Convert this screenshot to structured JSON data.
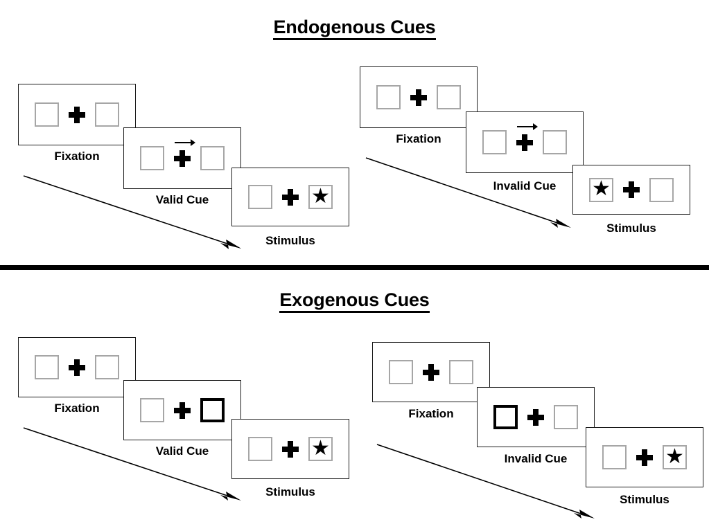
{
  "figure": {
    "title_endogenous": "Endogenous Cues",
    "title_exogenous": "Exogenous Cues",
    "colors": {
      "ink": "#000000",
      "panel_border": "#1a1a1a",
      "box_border": "#a6a6a6",
      "cued_box_border": "#000000",
      "background": "#ffffff"
    }
  },
  "sections": [
    {
      "name": "endogenous",
      "title": "Endogenous Cues",
      "sequences": [
        {
          "name": "endogenous-valid",
          "panels": [
            {
              "caption": "Fixation",
              "left_box": "empty",
              "right_box": "empty",
              "cue": "none",
              "arrow": "none"
            },
            {
              "caption": "Valid Cue",
              "left_box": "empty",
              "right_box": "empty",
              "cue": "none",
              "arrow": "right"
            },
            {
              "caption": "Stimulus",
              "left_box": "empty",
              "right_box": "star",
              "cue": "none",
              "arrow": "none"
            }
          ]
        },
        {
          "name": "endogenous-invalid",
          "panels": [
            {
              "caption": "Fixation",
              "left_box": "empty",
              "right_box": "empty",
              "cue": "none",
              "arrow": "none"
            },
            {
              "caption": "Invalid Cue",
              "left_box": "empty",
              "right_box": "empty",
              "cue": "none",
              "arrow": "right"
            },
            {
              "caption": "Stimulus",
              "left_box": "star",
              "right_box": "empty",
              "cue": "none",
              "arrow": "none"
            }
          ]
        }
      ]
    },
    {
      "name": "exogenous",
      "title": "Exogenous Cues",
      "sequences": [
        {
          "name": "exogenous-valid",
          "panels": [
            {
              "caption": "Fixation",
              "left_box": "empty",
              "right_box": "empty",
              "cue": "none",
              "arrow": "none"
            },
            {
              "caption": "Valid Cue",
              "left_box": "empty",
              "right_box": "empty",
              "cue": "right",
              "arrow": "none"
            },
            {
              "caption": "Stimulus",
              "left_box": "empty",
              "right_box": "star",
              "cue": "none",
              "arrow": "none"
            }
          ]
        },
        {
          "name": "exogenous-invalid",
          "panels": [
            {
              "caption": "Fixation",
              "left_box": "empty",
              "right_box": "empty",
              "cue": "none",
              "arrow": "none"
            },
            {
              "caption": "Invalid Cue",
              "left_box": "empty",
              "right_box": "empty",
              "cue": "left",
              "arrow": "none"
            },
            {
              "caption": "Stimulus",
              "left_box": "empty",
              "right_box": "star",
              "cue": "none",
              "arrow": "none"
            }
          ]
        }
      ]
    }
  ],
  "glyphs": {
    "star": "★",
    "fixation_cross": "plus-sign",
    "direction_arrow": "right-arrow-icon",
    "time_arrow": "time-flow-arrow"
  },
  "captions": {
    "s1p1": "Fixation",
    "s1p2": "Valid Cue",
    "s1p3": "Stimulus",
    "s2p1": "Fixation",
    "s2p2": "Invalid Cue",
    "s2p3": "Stimulus",
    "s3p1": "Fixation",
    "s3p2": "Valid Cue",
    "s3p3": "Stimulus",
    "s4p1": "Fixation",
    "s4p2": "Invalid Cue",
    "s4p3": "Stimulus"
  }
}
